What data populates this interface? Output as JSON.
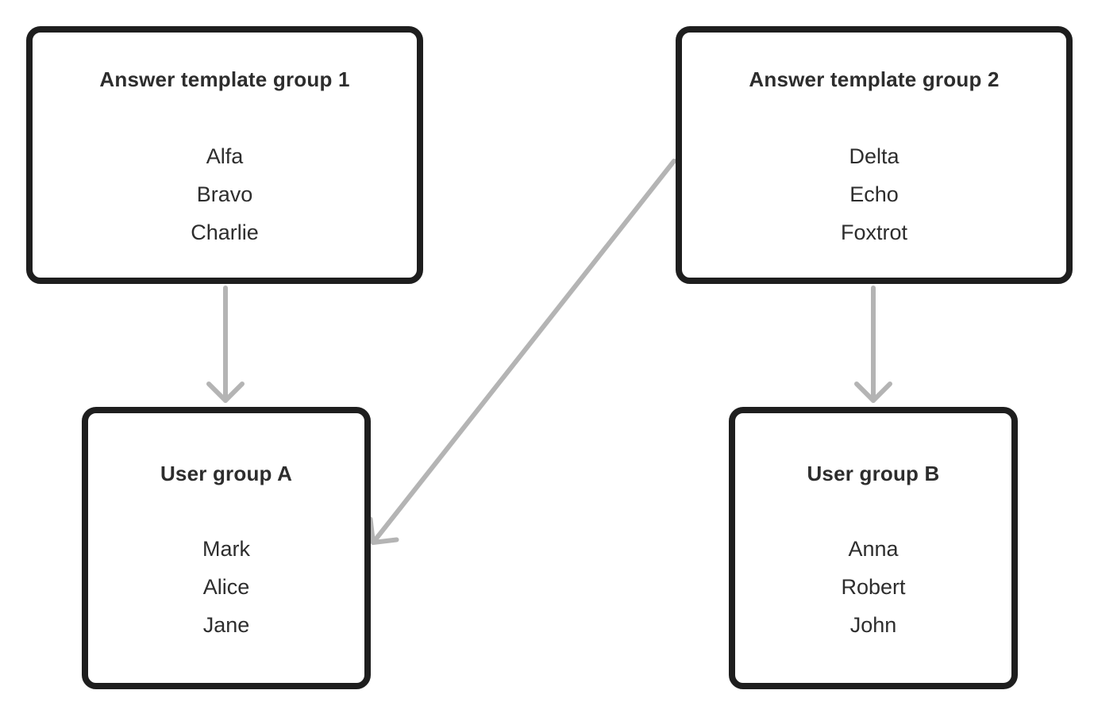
{
  "diagram": {
    "colors": {
      "background": "#ffffff",
      "node_border": "#1e1e1e",
      "node_fill": "#ffffff",
      "text": "#2d2d2d",
      "arrow": "#b4b4b4"
    },
    "nodes": [
      {
        "id": "answer-template-group-1",
        "title": "Answer template group 1",
        "items": [
          "Alfa",
          "Bravo",
          "Charlie"
        ]
      },
      {
        "id": "answer-template-group-2",
        "title": "Answer template group 2",
        "items": [
          "Delta",
          "Echo",
          "Foxtrot"
        ]
      },
      {
        "id": "user-group-a",
        "title": "User group A",
        "items": [
          "Mark",
          "Alice",
          "Jane"
        ]
      },
      {
        "id": "user-group-b",
        "title": "User group B",
        "items": [
          "Anna",
          "Robert",
          "John"
        ]
      }
    ],
    "edges": [
      {
        "from": "Answer template group 1",
        "to": "User group A"
      },
      {
        "from": "Answer template group 2",
        "to": "User group B"
      },
      {
        "from": "Answer template group 2",
        "to": "User group A"
      }
    ]
  }
}
